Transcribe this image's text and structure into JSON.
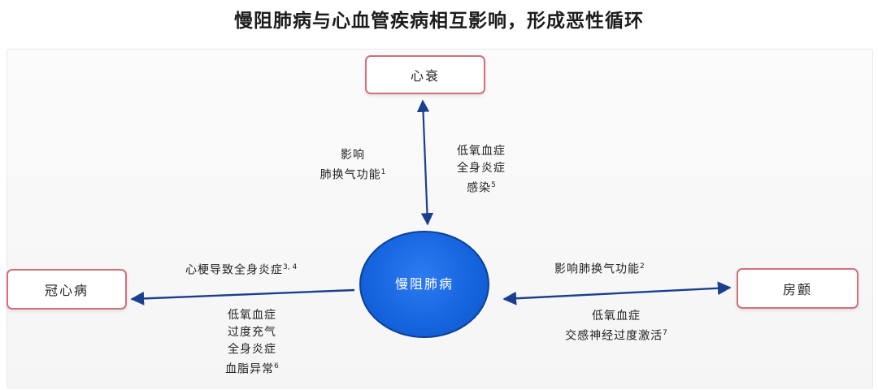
{
  "title": "慢阻肺病与心血管疾病相互影响，形成恶性循环",
  "center": "慢阻肺病",
  "nodes": {
    "top": "心衰",
    "left": "冠心病",
    "right": "房颤"
  },
  "labels": {
    "top_left": [
      {
        "text": "影响",
        "sup": ""
      },
      {
        "text": "肺换气功能",
        "sup": "1"
      }
    ],
    "top_right": [
      {
        "text": "低氧血症",
        "sup": ""
      },
      {
        "text": "全身炎症",
        "sup": ""
      },
      {
        "text": "感染",
        "sup": "5"
      }
    ],
    "left_top": [
      {
        "text": "心梗导致全身炎症",
        "sup": "3, 4"
      }
    ],
    "left_bottom": [
      {
        "text": "低氧血症",
        "sup": ""
      },
      {
        "text": "过度充气",
        "sup": ""
      },
      {
        "text": "全身炎症",
        "sup": ""
      },
      {
        "text": "血脂异常",
        "sup": "6"
      }
    ],
    "right_top": [
      {
        "text": "影响肺换气功能",
        "sup": "2"
      }
    ],
    "right_bottom": [
      {
        "text": "低氧血症",
        "sup": ""
      },
      {
        "text": "交感神经过度激活",
        "sup": "7"
      }
    ]
  },
  "colors": {
    "arrow": "#1a3f8f",
    "node_border": "#d4707a",
    "center_fill": "#1463dd"
  }
}
